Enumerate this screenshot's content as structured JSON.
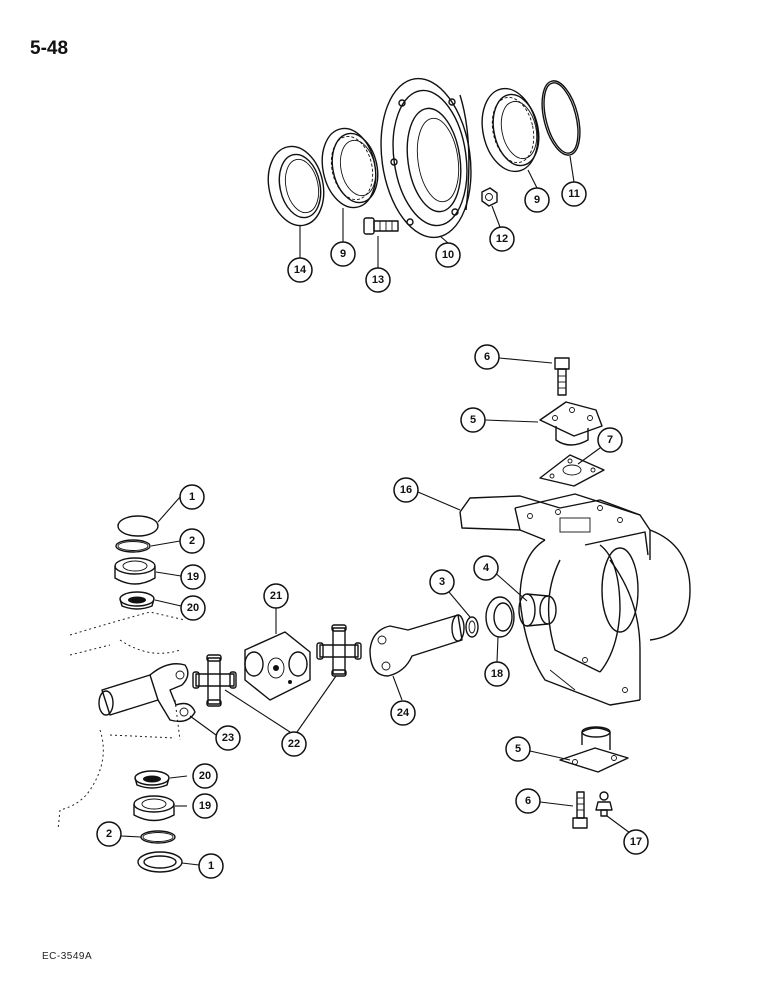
{
  "page": {
    "label": "5-48",
    "reference_code": "EC-3549A"
  },
  "callouts": [
    {
      "label": "14"
    },
    {
      "label": "9"
    },
    {
      "label": "13"
    },
    {
      "label": "10"
    },
    {
      "label": "12"
    },
    {
      "label": "9"
    },
    {
      "label": "11"
    },
    {
      "label": "6"
    },
    {
      "label": "5"
    },
    {
      "label": "7"
    },
    {
      "label": "16"
    },
    {
      "label": "1"
    },
    {
      "label": "2"
    },
    {
      "label": "19"
    },
    {
      "label": "20"
    },
    {
      "label": "21"
    },
    {
      "label": "3"
    },
    {
      "label": "4"
    },
    {
      "label": "18"
    },
    {
      "label": "24"
    },
    {
      "label": "23"
    },
    {
      "label": "22"
    },
    {
      "label": "5"
    },
    {
      "label": "20"
    },
    {
      "label": "19"
    },
    {
      "label": "6"
    },
    {
      "label": "17"
    },
    {
      "label": "2"
    },
    {
      "label": "1"
    }
  ],
  "colors": {
    "ink": "#111111",
    "paper": "#ffffff"
  }
}
